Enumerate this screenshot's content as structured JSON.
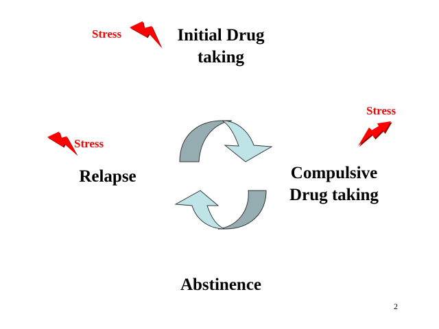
{
  "stages": {
    "initial": {
      "line1": "Initial Drug",
      "line2": "taking"
    },
    "compulsive": {
      "line1": "Compulsive",
      "line2": "Drug taking"
    },
    "abstinence": {
      "label": "Abstinence"
    },
    "relapse": {
      "label": "Relapse"
    }
  },
  "stress": {
    "top_left": "Stress",
    "right": "Stress",
    "left": "Stress"
  },
  "icons": {
    "bolt": "lightning-bolt-icon",
    "cycle": "circular-arrows-icon"
  },
  "colors": {
    "stress_text": "#ff0000",
    "bolt_fill": "#ff0000",
    "bolt_shadow": "#8b0000",
    "arrow_dark": "#95adb1",
    "arrow_light": "#bfe4e7",
    "arrow_outline": "#333333"
  },
  "page_number": "2"
}
